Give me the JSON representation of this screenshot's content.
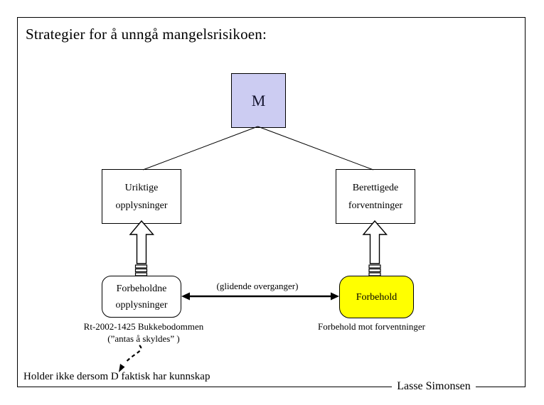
{
  "slide": {
    "title": "Strategier for å unngå mangelsrisikoen:",
    "footer_name": "Lasse Simonsen"
  },
  "diagram": {
    "m_box": {
      "label": "M",
      "fill": "#ccccf2"
    },
    "left_box": {
      "label": "Uriktige\nopplysninger"
    },
    "right_box": {
      "label": "Berettigede\nforventninger"
    },
    "rounded_left_box": {
      "label": "Forbeholdne\nopplysninger"
    },
    "yellow_box": {
      "label": "Forbehold",
      "fill": "#ffff00"
    },
    "double_arrow_label": "(glidende overganger)",
    "rt_note": "Rt-2002-1425 Bukkebodommen\n(”antas å skyldes” )",
    "right_note": "Forbehold mot forventninger",
    "bottom_note": "Holder ikke dersom D faktisk har kunnskap"
  },
  "colors": {
    "line": "#000000",
    "m_box_fill": "#ccccf2",
    "yellow_fill": "#ffff00"
  }
}
